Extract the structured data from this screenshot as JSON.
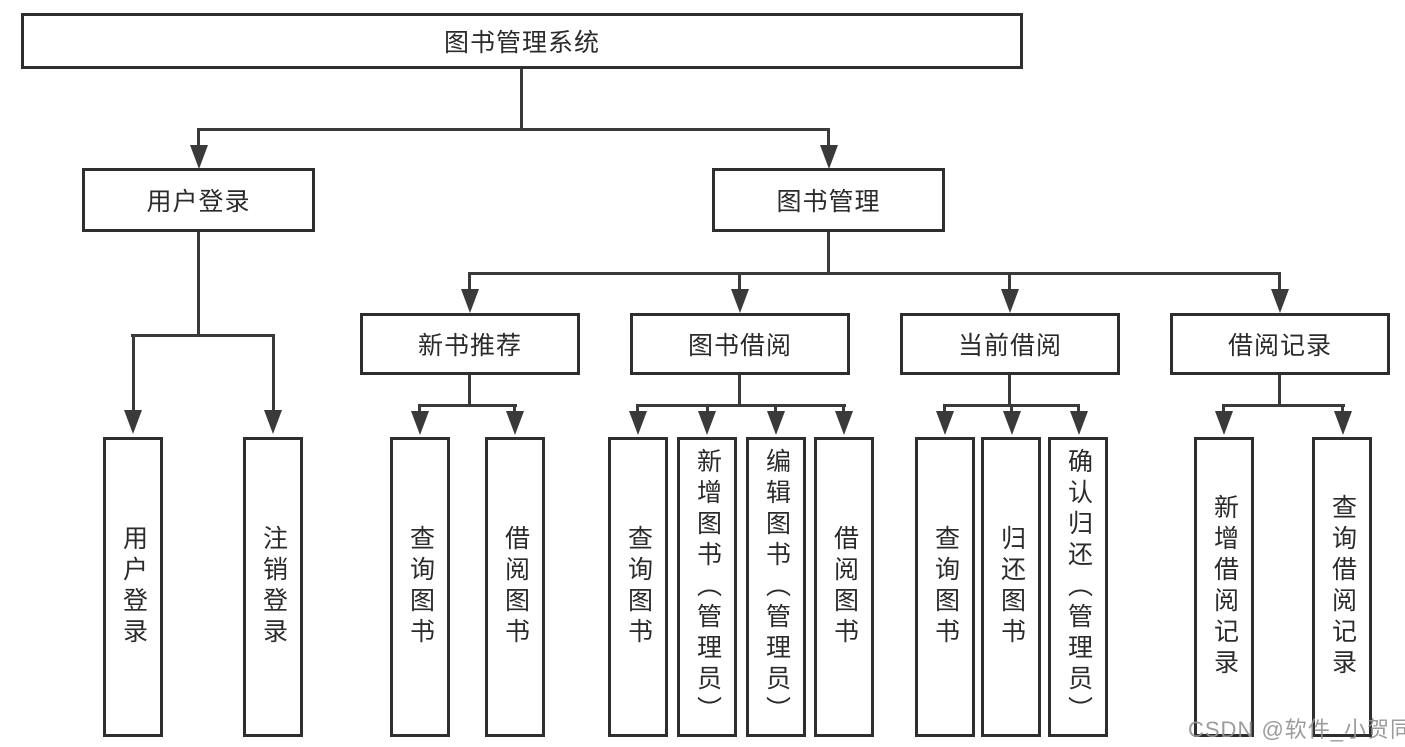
{
  "nodes": {
    "root": "图书管理系统",
    "level2": [
      "用户登录",
      "图书管理"
    ],
    "level3": [
      "新书推荐",
      "图书借阅",
      "当前借阅",
      "借阅记录"
    ],
    "leaves": [
      "用户登录",
      "注销登录",
      "查询图书",
      "借阅图书",
      "查询图书",
      "新增图书（管理员）",
      "编辑图书（管理员）",
      "借阅图书",
      "查询图书",
      "归还图书",
      "确认归还（管理员）",
      "新增借阅记录",
      "查询借阅记录"
    ]
  },
  "watermark": "CSDN @软件_小贺同学",
  "colors": {
    "line": "#3a3a3a",
    "border": "#2e2e2e",
    "text": "#2b2b2b",
    "watermark": "#949494"
  }
}
